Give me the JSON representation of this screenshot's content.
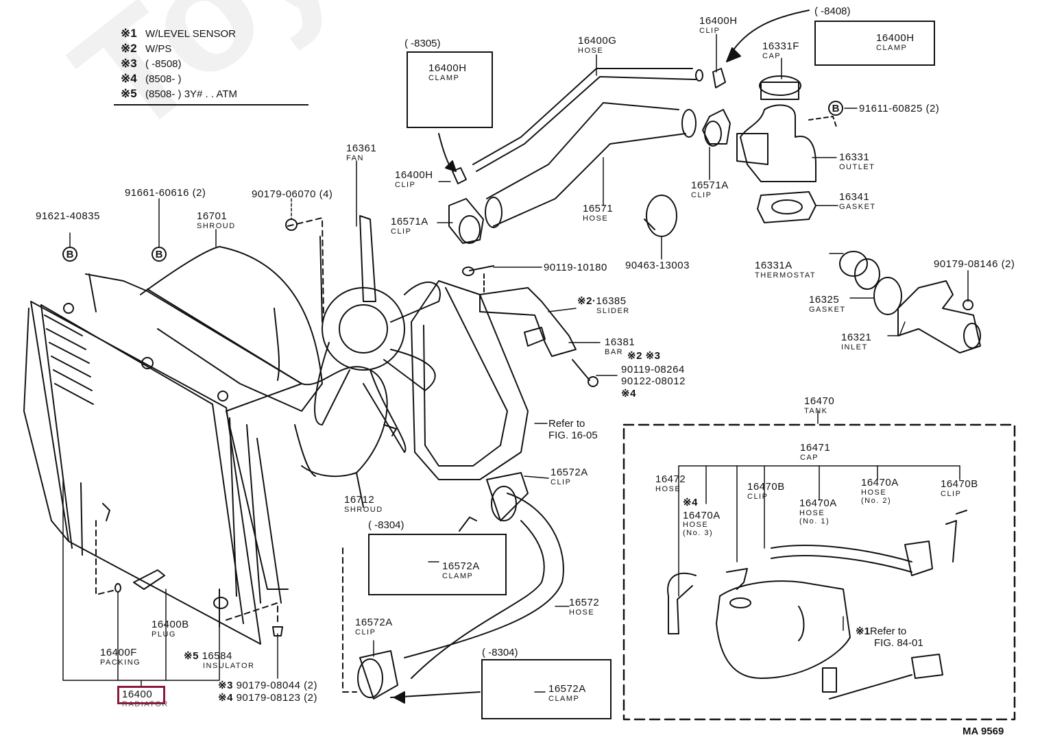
{
  "legend": [
    {
      "mark": "※1",
      "text": "W/LEVEL SENSOR"
    },
    {
      "mark": "※2",
      "text": "W/PS"
    },
    {
      "mark": "※3",
      "text": "(      -8508)"
    },
    {
      "mark": "※4",
      "text": "(8508-      )"
    },
    {
      "mark": "※5",
      "text": "(8508-      ) 3Y# . . ATM"
    }
  ],
  "watermark": "ToyotaCarMirror",
  "highlighted_part": "16400",
  "callouts": {
    "radiator": {
      "num": "16400",
      "name": "RADIATOR"
    },
    "packing": {
      "num": "16400F",
      "name": "PACKING"
    },
    "plug": {
      "num": "16400B",
      "name": "PLUG"
    },
    "insulator": {
      "mark": "※5",
      "num": "16584",
      "name": "INSULATOR"
    },
    "bolt_3": {
      "mark": "※3",
      "num": "90179-08044 (2)"
    },
    "bolt_4": {
      "mark": "※4",
      "num": "90179-08123 (2)"
    },
    "shroud_upper": {
      "num": "16701",
      "name": "SHROUD"
    },
    "shroud_lower": {
      "num": "16712",
      "name": "SHROUD"
    },
    "screw_b1": {
      "num": "91621-40835"
    },
    "screw_b2": {
      "num": "91661-60616 (2)"
    },
    "nut_fan": {
      "num": "90179-06070 (4)"
    },
    "fan": {
      "num": "16361",
      "name": "FAN"
    },
    "clip_16400h_left": {
      "num": "16400H",
      "name": "CLIP"
    },
    "clip_16571a_left": {
      "num": "16571A",
      "name": "CLIP"
    },
    "hose_16400g": {
      "num": "16400G",
      "name": "HOSE"
    },
    "hose_16571": {
      "num": "16571",
      "name": "HOSE"
    },
    "clamp_90463": {
      "num": "90463-13003"
    },
    "clip_16400h_right": {
      "num": "16400H",
      "name": "CLIP"
    },
    "clip_16571a_right": {
      "num": "16571A",
      "name": "CLIP"
    },
    "cap_16331f": {
      "num": "16331F",
      "name": "CAP"
    },
    "bolt_b_outlet": {
      "num": "91611-60825 (2)"
    },
    "outlet": {
      "num": "16331",
      "name": "OUTLET"
    },
    "gasket_16341": {
      "num": "16341",
      "name": "GASKET"
    },
    "thermostat": {
      "num": "16331A",
      "name": "THERMOSTAT"
    },
    "gasket_16325": {
      "num": "16325",
      "name": "GASKET"
    },
    "inlet": {
      "num": "16321",
      "name": "INLET"
    },
    "nut_inlet": {
      "num": "90179-08146 (2)"
    },
    "bolt_bracket": {
      "num": "90119-10180"
    },
    "slider": {
      "mark": "※2·",
      "num": "16385",
      "name": "SLIDER"
    },
    "bar": {
      "num": "16381",
      "name": "BAR",
      "marks": "※2  ※3"
    },
    "bolt_bar_1": {
      "num": "90119-08264"
    },
    "bolt_bar_2": {
      "num": "90122-08012"
    },
    "bolt_bar_mark": "※4",
    "refer_1605": {
      "line1": "Refer to",
      "line2": "FIG. 16-05"
    },
    "clip_16572a_upper": {
      "num": "16572A",
      "name": "CLIP"
    },
    "hose_16572": {
      "num": "16572",
      "name": "HOSE"
    },
    "clip_16572a_lower": {
      "num": "16572A",
      "name": "CLIP"
    },
    "tank": {
      "num": "16470",
      "name": "TANK"
    },
    "tank_cap": {
      "num": "16471",
      "name": "CAP"
    },
    "hose_16472": {
      "num": "16472",
      "name": "HOSE"
    },
    "hose_no3": {
      "mark": "※4",
      "num": "16470A",
      "name": "HOSE",
      "sub": "(No. 3)"
    },
    "clip_16470b_left": {
      "num": "16470B",
      "name": "CLIP"
    },
    "hose_no1": {
      "num": "16470A",
      "name": "HOSE",
      "sub": "(No. 1)"
    },
    "hose_no2": {
      "num": "16470A",
      "name": "HOSE",
      "sub": "(No. 2)"
    },
    "clip_16470b_right": {
      "num": "16470B",
      "name": "CLIP"
    },
    "refer_8401": {
      "mark": "※1",
      "line1": "Refer to",
      "line2": "FIG. 84-01"
    }
  },
  "inset_boxes": [
    {
      "range": "(        -8305)",
      "num": "16400H",
      "name": "CLAMP"
    },
    {
      "range": "(        -8408)",
      "num": "16400H",
      "name": "CLAMP"
    },
    {
      "range": "(        -8304)",
      "num": "16572A",
      "name": "CLAMP"
    },
    {
      "range": "(        -8304)",
      "num": "16572A",
      "name": "CLAMP"
    }
  ],
  "circle_marker": "B",
  "figure_id": "MA 9569"
}
